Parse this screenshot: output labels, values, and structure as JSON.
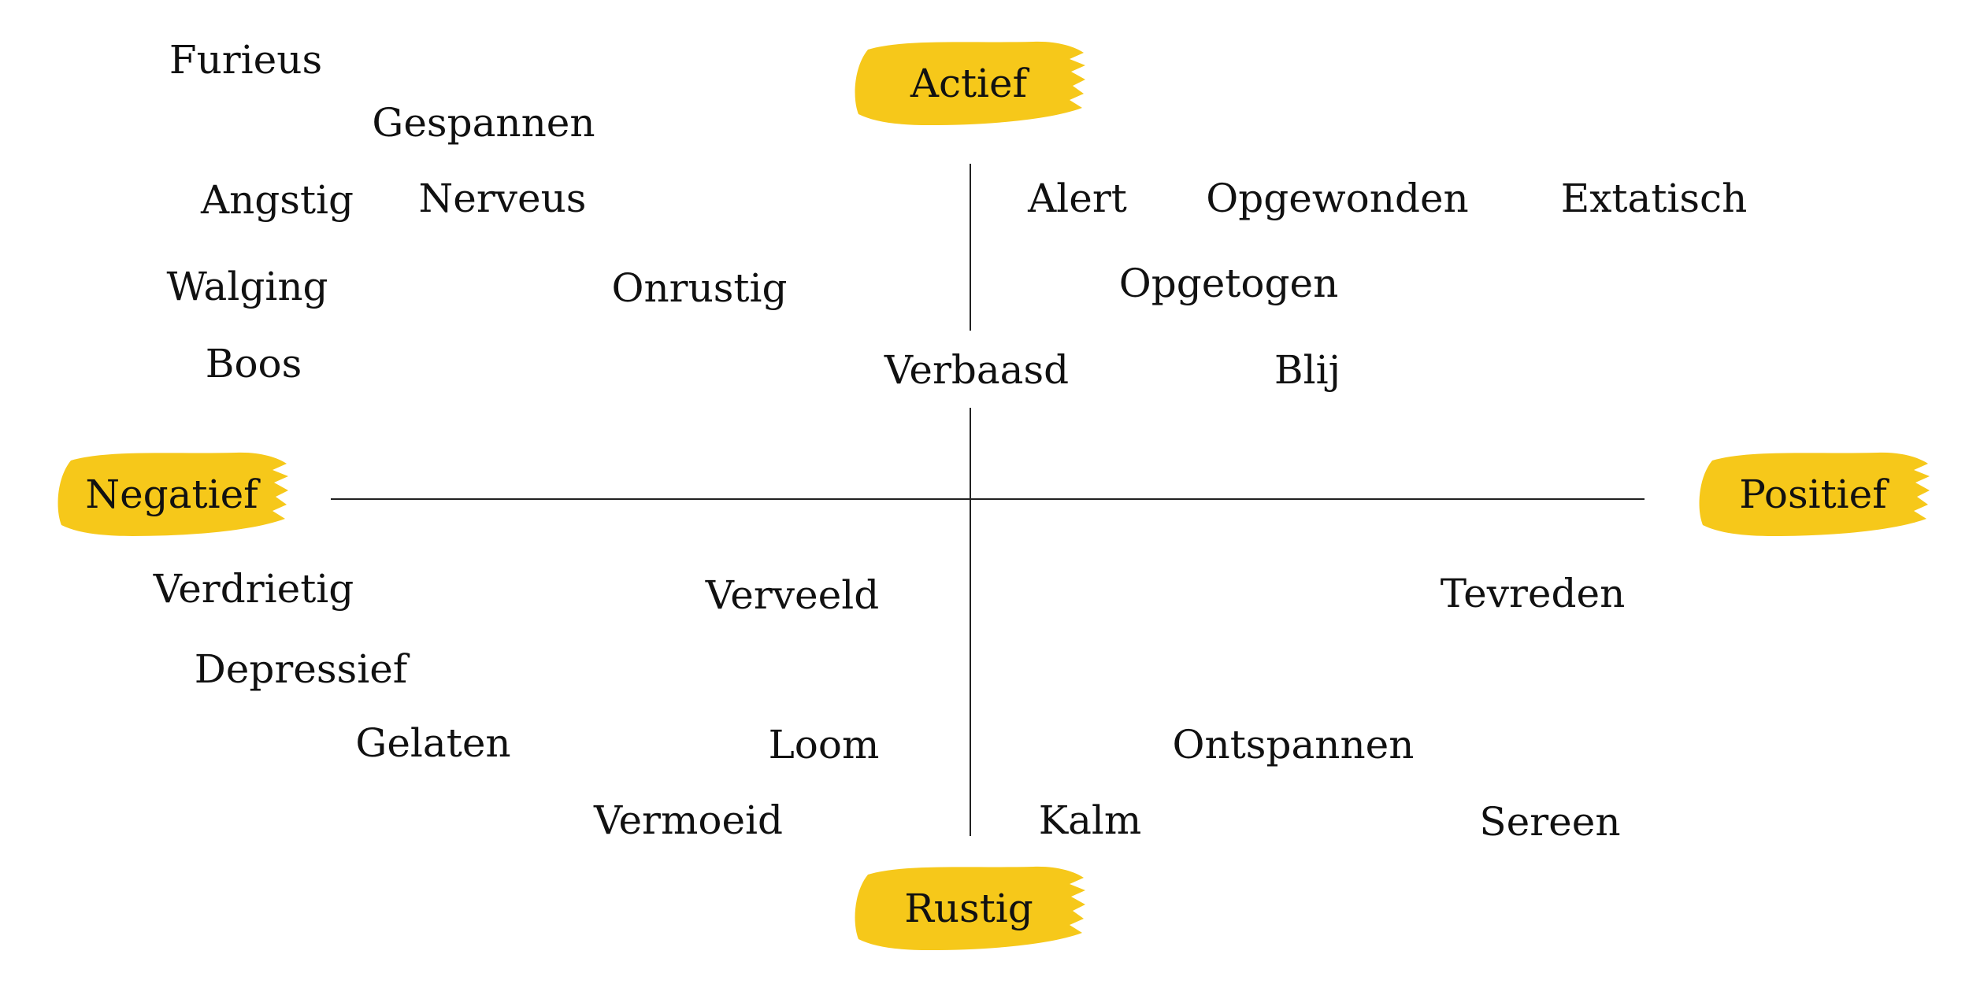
{
  "poles": {
    "top": "Actief",
    "bottom": "Rustig",
    "left": "Negatief",
    "right": "Positief"
  },
  "brush_color": "#F6C81A",
  "emotions": {
    "furieus": "Furieus",
    "gespannen": "Gespannen",
    "angstig": "Angstig",
    "nerveus": "Nerveus",
    "walging": "Walging",
    "onrustig": "Onrustig",
    "boos": "Boos",
    "verbaasd": "Verbaasd",
    "alert": "Alert",
    "opgewonden": "Opgewonden",
    "extatisch": "Extatisch",
    "opgetogen": "Opgetogen",
    "blij": "Blij",
    "verdrietig": "Verdrietig",
    "verveeld": "Verveeld",
    "depressief": "Depressief",
    "gelaten": "Gelaten",
    "loom": "Loom",
    "vermoeid": "Vermoeid",
    "tevreden": "Tevreden",
    "ontspannen": "Ontspannen",
    "kalm": "Kalm",
    "sereen": "Sereen"
  }
}
